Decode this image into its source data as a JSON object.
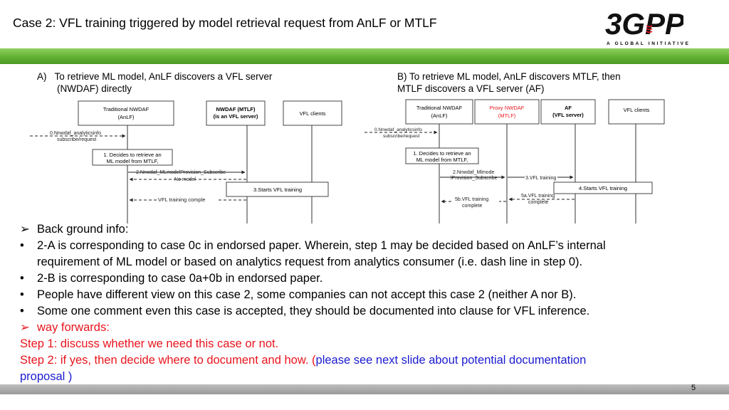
{
  "slide": {
    "title": "Case 2:  VFL training triggered by model retrieval request from AnLF or MTLF",
    "logo_text": "3GPP",
    "logo_tagline": "A GLOBAL INITIATIVE",
    "page_number": "5"
  },
  "section_a": {
    "label": "A)",
    "heading_line1": "To retrieve  ML model,  AnLF discovers a VFL server",
    "heading_line2": "(NWDAF) directly",
    "entities": [
      {
        "line1": "Traditional NWDAF",
        "line2": "(AnLF)"
      },
      {
        "line1": "NWDAF (MTLF)",
        "line2": "(is an VFL server)"
      },
      {
        "line1": "VFL clients",
        "line2": ""
      }
    ],
    "step0_line1": "0.Nnwdaf_analyticsinfo",
    "step0_line2": "subscribe/request",
    "step1_line1": "1. Decides to retrieve an",
    "step1_line2": "ML model from MTLF,",
    "step2_line1": "2.Nnwdaf_MLmodelProvision_Subscribe",
    "step2_line2": "No model",
    "step3": "3.Starts VFL training",
    "step4": "VFL training comple"
  },
  "section_b": {
    "heading_line1": "B) To retrieve  ML model,  AnLF discovers MTLF, then",
    "heading_line2": "MTLF discovers a VFL server (AF)",
    "entities": [
      {
        "line1": "Traditional NWDAF",
        "line2": "(AnLF)"
      },
      {
        "line1": "Proxy NWDAF",
        "line2": "(MTLF)"
      },
      {
        "line1": "AF",
        "line2": "(VFL server)"
      },
      {
        "line1": "VFL clients",
        "line2": ""
      }
    ],
    "step0_line1": "0.Nnwdaf_analyticsinfo",
    "step0_line2": "subscribe/request",
    "step1_line1": "1. Decides to retrieve an",
    "step1_line2": "ML model from MTLF,",
    "step2_line1": "2.Nnwdaf_Mlmode",
    "step2_line2": "lProvision_Subscribe",
    "step3": "3.VFL training",
    "step4": "4.Starts VFL training",
    "step5a_line1": "5a.VFL training",
    "step5a_line2": "complete",
    "step5b_line1": "5b.VFL training",
    "step5b_line2": "complete"
  },
  "bullets": {
    "item1": "Back ground info:",
    "item2_line1": "2-A is corresponding to case 0c in endorsed paper. Wherein, step 1 may be decided based on AnLF’s internal",
    "item2_line2": "requirement of ML model or based on analytics request from analytics consumer (i.e. dash line in step 0).",
    "item3": "2-B is corresponding to case 0a+0b in endorsed paper.",
    "item4": "People have different view on this case 2, some companies can not accept this case 2 (neither A nor B).",
    "item5": "Some one comment even this case is accepted, they should be documented into clause for VFL inference.",
    "item6": "way forwards:",
    "step1": "Step 1: discuss whether we need this case or not.",
    "step2_red": "Step 2: if yes, then decide where to document and how. (",
    "step2_blue_1": "please see next slide about potential documentation",
    "step2_blue_2": "proposal )"
  },
  "colors": {
    "accent_green": "#5fae31",
    "red_text": "#e8141c",
    "blue_text": "#1a1ad0",
    "proxy_label": "#e8141c"
  },
  "icons": {
    "bullet_arrow": "arrow-bullet-icon",
    "bullet_dot": "dot-bullet-icon"
  }
}
